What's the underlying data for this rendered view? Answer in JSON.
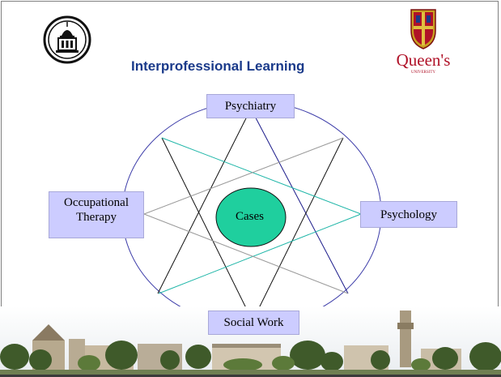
{
  "slide": {
    "title": "Interprofessional Learning",
    "crest_wordmark": "Queen's",
    "crest_subtext": "UNIVERSITY"
  },
  "diagram": {
    "center": "Cases",
    "nodes": {
      "top": "Psychiatry",
      "left_line1": "Occupational",
      "left_line2": "Therapy",
      "right": "Psychology",
      "bottom": "Social Work"
    }
  },
  "colors": {
    "title": "#1a3a8a",
    "node_fill": "#ccccff",
    "center_fill": "#1fcf9e",
    "ellipse_stroke": "#3a3aa8",
    "line_black": "#111111",
    "line_navy": "#1a1a8a",
    "line_teal": "#1fb6a8",
    "line_gray": "#9a9a9a",
    "crest_red": "#b01228"
  },
  "icons": {
    "emblem": "dome-building-emblem-icon",
    "crest": "queens-crest-icon",
    "footer": "campus-buildings-photo"
  }
}
